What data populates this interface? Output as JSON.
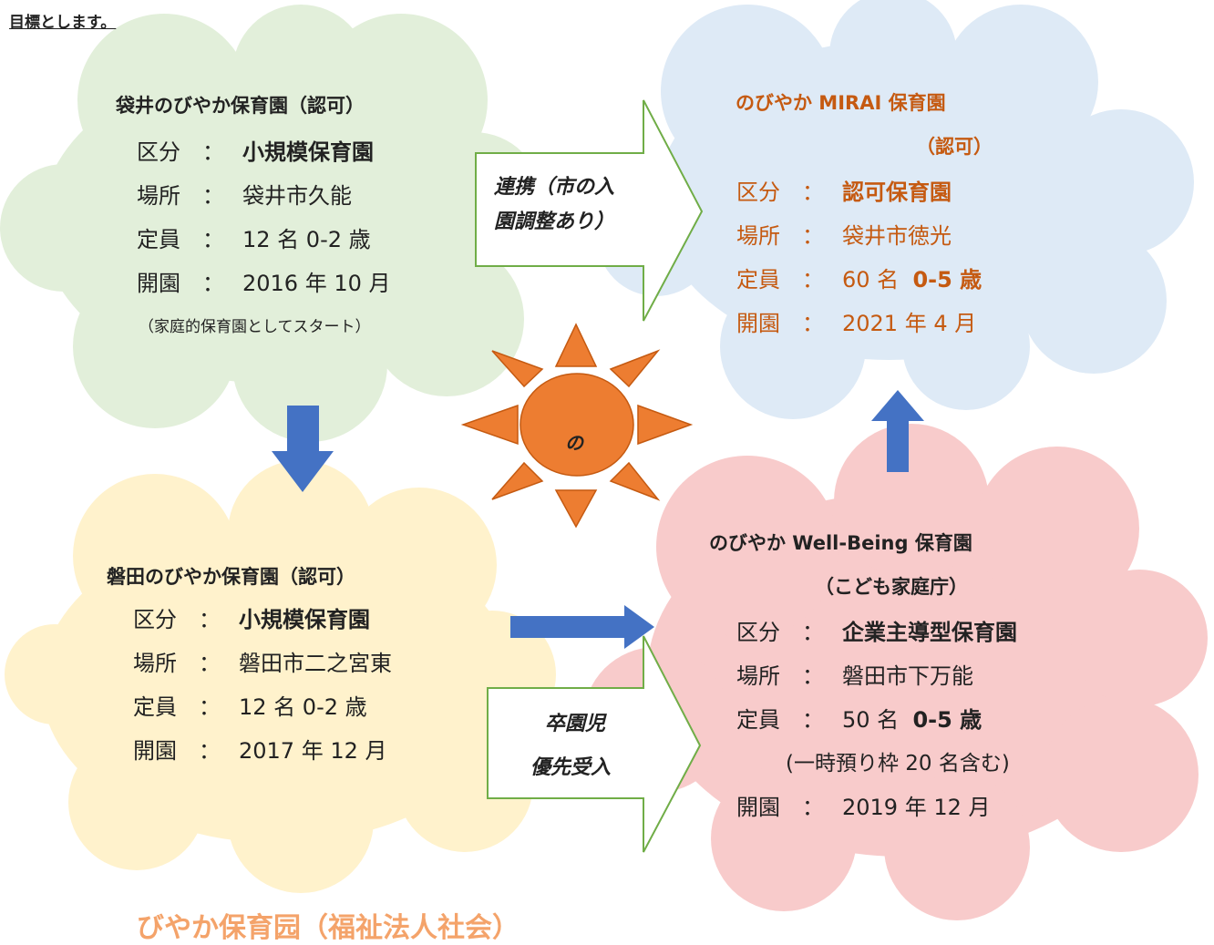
{
  "header": {
    "text": "目標とします。"
  },
  "center": {
    "sun_label": "の"
  },
  "clouds": {
    "fukuroi": {
      "title": "袋井のびやか保育園（認可）",
      "rows": [
        {
          "label": "区分",
          "sep": "：",
          "value": "小規模保育園"
        },
        {
          "label": "場所",
          "sep": "：",
          "value": "袋井市久能"
        },
        {
          "label": "定員",
          "sep": "：",
          "value": "12 名  0-2 歳"
        },
        {
          "label": "開園",
          "sep": "：",
          "value": "2016 年 10 月"
        }
      ],
      "note": "（家庭的保育園としてスタート）",
      "color": "#e2efda"
    },
    "mirai": {
      "title_line1": "のびやか MIRAI 保育園",
      "title_line2": "（認可）",
      "rows": [
        {
          "label": "区分",
          "sep": "：",
          "value": "認可保育園"
        },
        {
          "label": "場所",
          "sep": "：",
          "value": "袋井市徳光"
        },
        {
          "label": "定員",
          "sep": "：",
          "value": "60 名",
          "value_bold": "0-5 歳"
        },
        {
          "label": "開園",
          "sep": "：",
          "value": "2021 年 4 月"
        }
      ],
      "color": "#deeaf6",
      "text_color": "#c55a11"
    },
    "iwata": {
      "title": "磐田のびやか保育園（認可）",
      "rows": [
        {
          "label": "区分",
          "sep": "：",
          "value": "小規模保育園"
        },
        {
          "label": "場所",
          "sep": "：",
          "value": "磐田市二之宮東"
        },
        {
          "label": "定員",
          "sep": "：",
          "value": "12 名  0-2 歳"
        },
        {
          "label": "開園",
          "sep": "：",
          "value": "2017 年 12 月"
        }
      ],
      "color": "#fff2cc"
    },
    "wellbeing": {
      "title_line1": "のびやか Well-Being 保育園",
      "title_line2": "（こども家庭庁）",
      "rows": [
        {
          "label": "区分",
          "sep": "：",
          "value": "企業主導型保育園"
        },
        {
          "label": "場所",
          "sep": "：",
          "value": "磐田市下万能"
        },
        {
          "label": "定員",
          "sep": "：",
          "value": "50 名",
          "value_bold": "0-5 歳"
        },
        {
          "label": "開園",
          "sep": "：",
          "value": "2019 年 12 月"
        }
      ],
      "note": "(一時預り枠 20 名含む)",
      "color": "#f8cbcb"
    }
  },
  "callouts": {
    "renkei": {
      "line1": "連携（市の入",
      "line2": "園調整あり）"
    },
    "sotsuen": {
      "line1": "卒園児",
      "line2": "優先受入"
    }
  },
  "footer": {
    "partial_title": "びやか保育园（福祉法人社会）"
  },
  "colors": {
    "arrow_blue": "#4472c4",
    "sun_orange": "#ed7d31",
    "callout_border": "#70ad47"
  }
}
